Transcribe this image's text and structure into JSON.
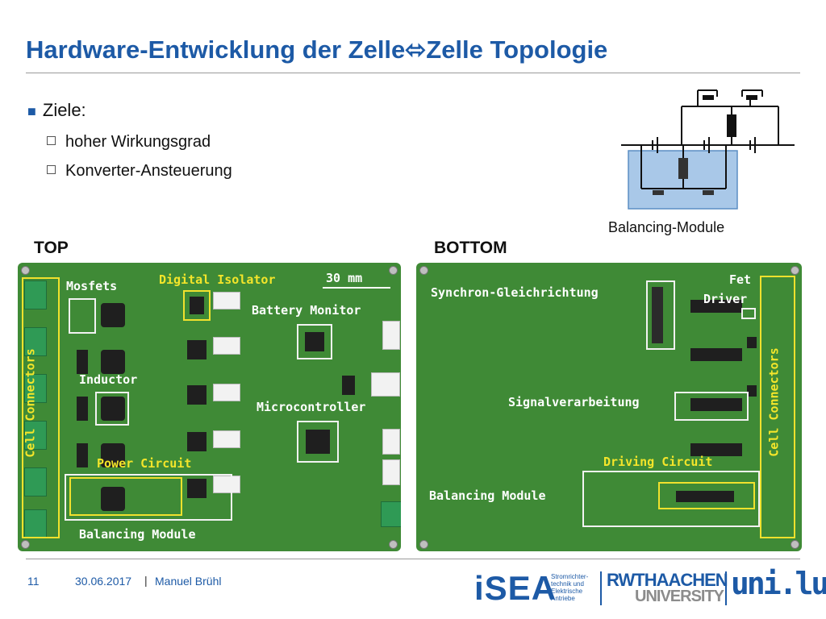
{
  "slide": {
    "title": "Hardware-Entwicklung der Zelle⬄Zelle Topologie",
    "bullet": "Ziele:",
    "subbullets": [
      "hoher Wirkungsgrad",
      "Konverter-Ansteuerung"
    ],
    "diagram_caption": "Balancing-Module",
    "top_heading": "TOP",
    "bottom_heading": "BOTTOM"
  },
  "top_board": {
    "mosfets": "Mosfets",
    "digital_isolator": "Digital Isolator",
    "scale": "30 mm",
    "battery_monitor": "Battery Monitor",
    "inductor": "Inductor",
    "cell_connectors": "Cell Connectors",
    "microcontroller": "Microcontroller",
    "power_circuit": "Power Circuit",
    "balancing_module": "Balancing Module"
  },
  "bottom_board": {
    "synchron": "Synchron-Gleichrichtung",
    "fet": "Fet",
    "driver": "Driver",
    "signalverarbeitung": "Signalverarbeitung",
    "cell_connectors": "Cell Connectors",
    "driving_circuit": "Driving Circuit",
    "balancing_module": "Balancing Module"
  },
  "footer": {
    "page": "11",
    "date": "30.06.2017",
    "separator": "|",
    "author": "Manuel Brühl",
    "isea_text": "iSEA",
    "isea_lines": [
      "Stromrichter-",
      "technik und",
      "Elektrische",
      "Antriebe"
    ],
    "rwth_top": "RWTHAACHEN",
    "rwth_bottom": "UNIVERSITY",
    "unilu": "uni.lu"
  },
  "colors": {
    "title_blue": "#1d5aa6",
    "pcb_green": "#3f8a36",
    "highlight_yellow": "#f1e12d"
  }
}
